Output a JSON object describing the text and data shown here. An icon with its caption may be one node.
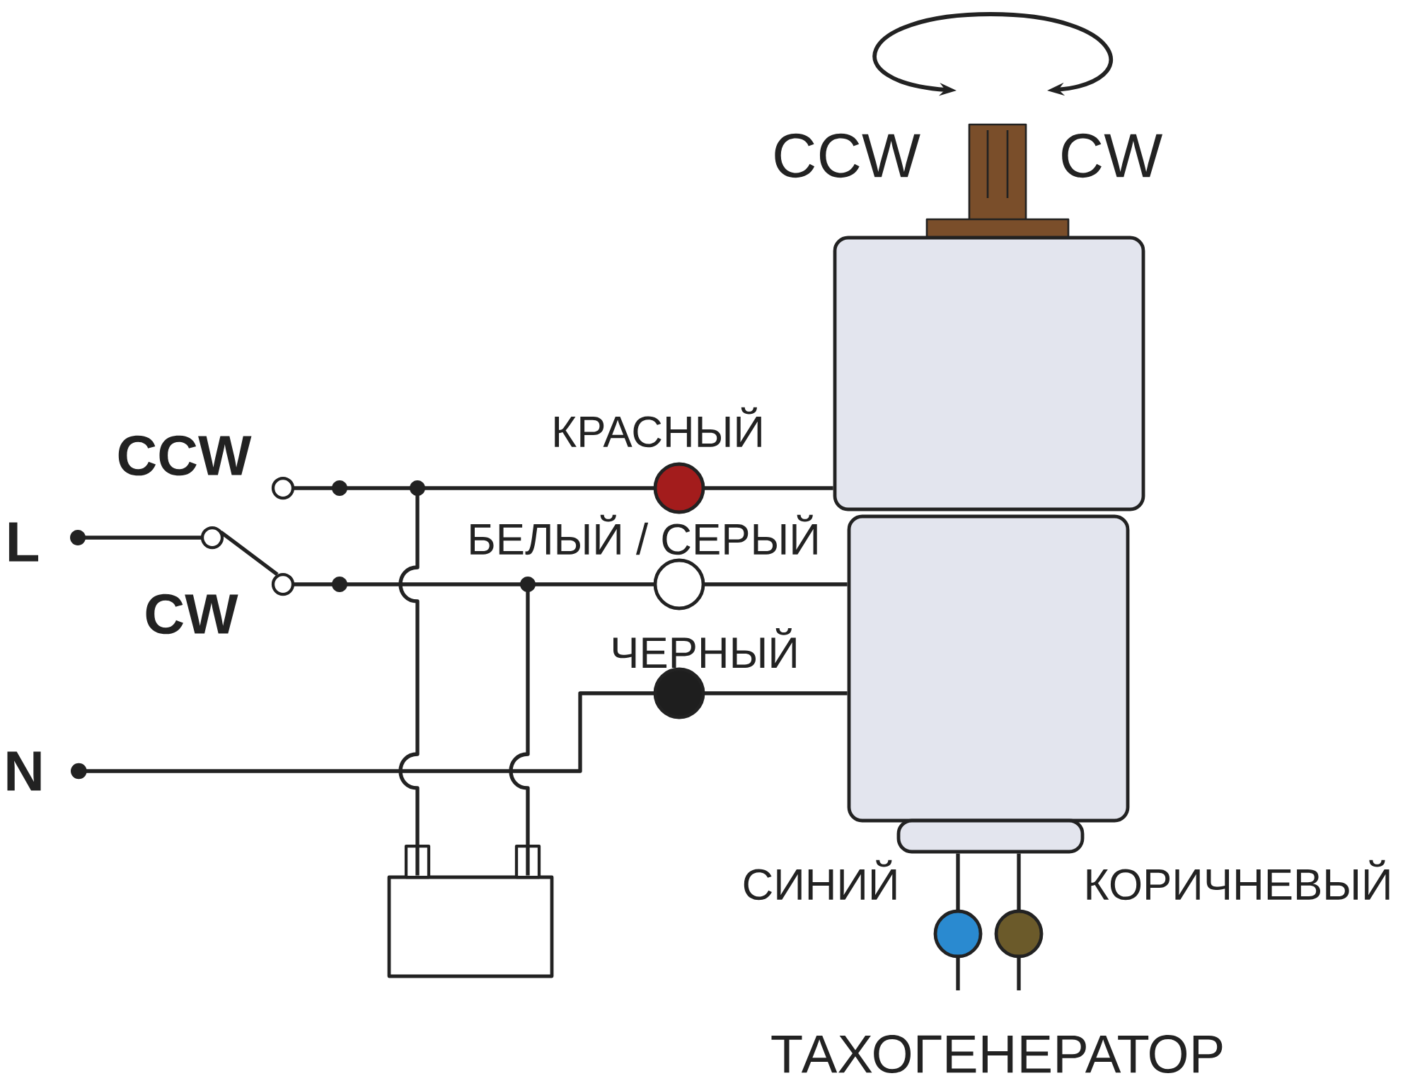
{
  "diagram": {
    "nodes": [
      {
        "text": [],
        "shape": "box"
      },
      {
        "text": [],
        "shape": "box"
      },
      {
        "text": [],
        "shape": "box"
      },
      {
        "text": [],
        "shape": "box"
      }
    ],
    "edges": [
      {
        "from": 3,
        "to": 0,
        "arrow": "none"
      },
      {
        "from": 3,
        "to": 1,
        "arrow": "none"
      },
      {
        "from": null,
        "to": 1,
        "arrow": "other"
      },
      {
        "from": 2,
        "to": null,
        "arrow": "none"
      },
      {
        "from": 2,
        "to": null,
        "arrow": "none"
      }
    ],
    "labels": [
      "CCW",
      "CW",
      "КРАСНЫЙ",
      "CCW",
      "L",
      "БЕЛЫЙ / СЕРЫЙ",
      "CW",
      "ЧЕРНЫЙ",
      "N",
      "СИНИЙ",
      "КОРИЧНЕВЫЙ",
      "ТАХОГЕНЕРАТОР"
    ]
  }
}
